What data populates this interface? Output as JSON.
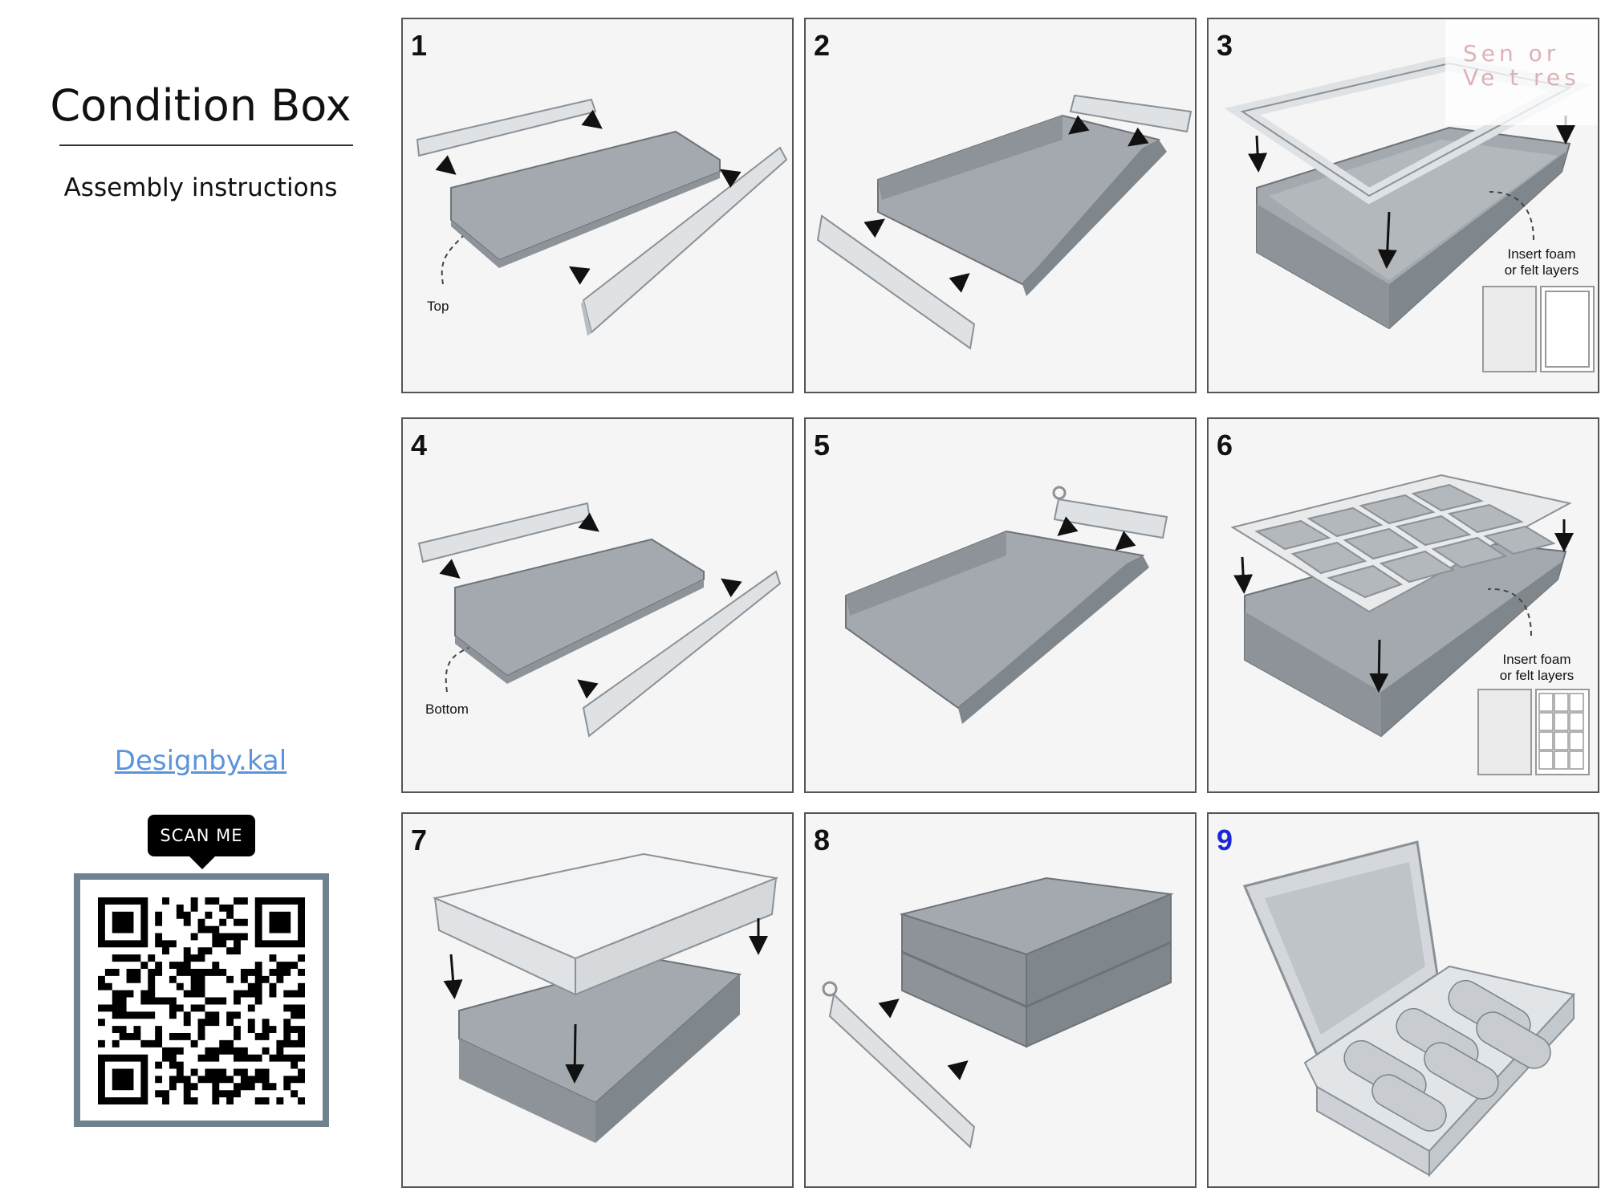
{
  "sidebar": {
    "title": "Condition Box",
    "subtitle": "Assembly instructions",
    "designer_link": "Designby.kal",
    "scan_label": "SCAN ME"
  },
  "watermark": {
    "line1": "Sen or",
    "line2": "Ve t res"
  },
  "colors": {
    "accent_link": "#5b93dc",
    "step_highlight": "#1a28d8",
    "qr_frame": "#6f8290",
    "panel_part_dark": "#a7adb3",
    "panel_part_light": "#dfe2e5"
  },
  "steps": [
    {
      "number": "1",
      "label": "Top"
    },
    {
      "number": "2"
    },
    {
      "number": "3",
      "note_line1": "Insert foam",
      "note_line2": "or felt layers"
    },
    {
      "number": "4",
      "label": "Bottom"
    },
    {
      "number": "5"
    },
    {
      "number": "6",
      "note_line1": "Insert foam",
      "note_line2": "or felt layers"
    },
    {
      "number": "7"
    },
    {
      "number": "8"
    },
    {
      "number": "9"
    }
  ]
}
